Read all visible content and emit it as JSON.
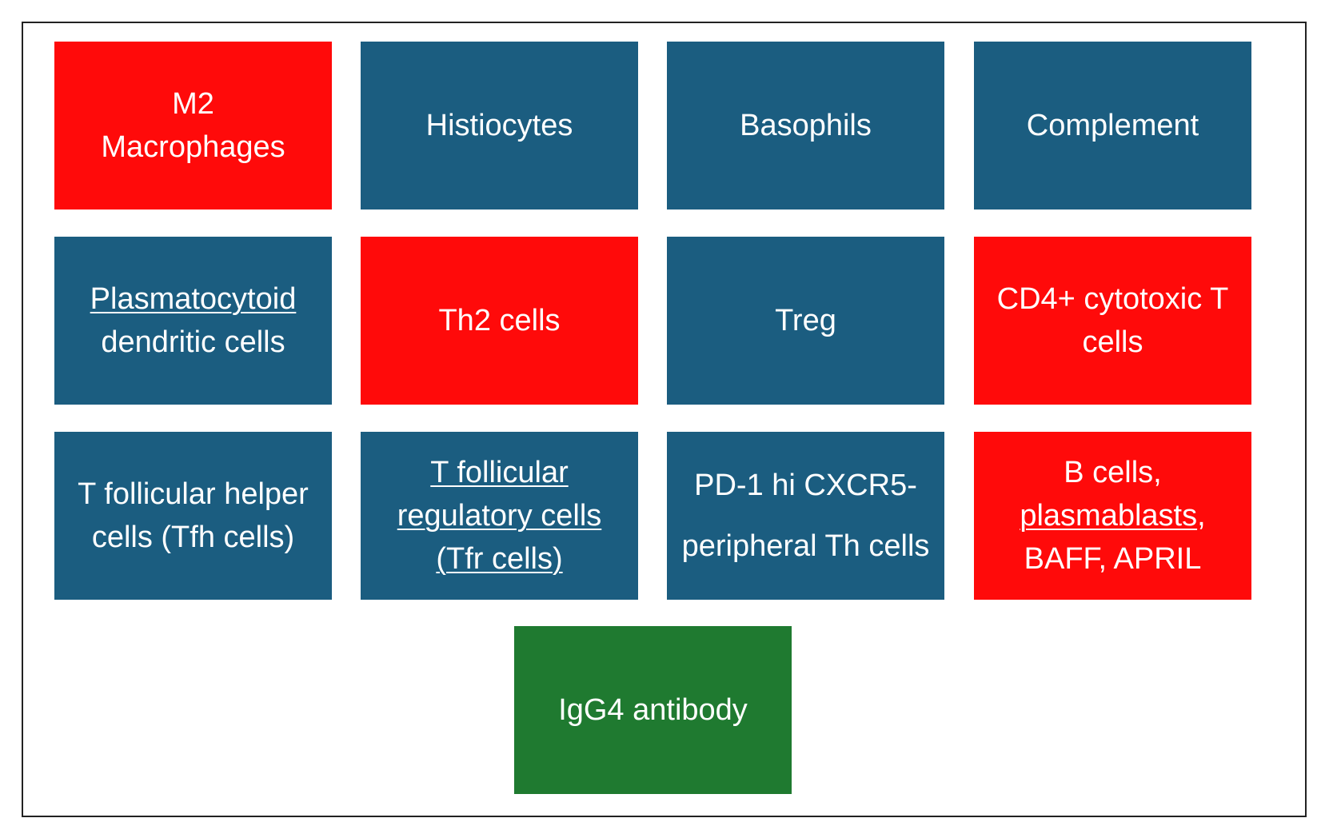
{
  "colors": {
    "blue": "#1b5d80",
    "red": "#ff0a0a",
    "green": "#1f7a30"
  },
  "tiles": [
    {
      "color": "red",
      "lines": [
        "M2",
        "Macrophages"
      ]
    },
    {
      "color": "blue",
      "lines": [
        "Histiocytes"
      ]
    },
    {
      "color": "blue",
      "lines": [
        "Basophils"
      ]
    },
    {
      "color": "blue",
      "lines": [
        "Complement"
      ]
    },
    {
      "color": "blue",
      "lines": [
        "Plasmatocytoid",
        "dendritic cells"
      ]
    },
    {
      "color": "red",
      "lines": [
        "Th2 cells"
      ]
    },
    {
      "color": "blue",
      "lines": [
        "Treg"
      ]
    },
    {
      "color": "red",
      "lines": [
        "CD4+ cytotoxic T",
        "cells"
      ]
    },
    {
      "color": "blue",
      "lines": [
        "T follicular helper",
        "cells (Tfh cells)"
      ]
    },
    {
      "color": "blue",
      "lines": [
        "T follicular",
        "regulatory cells",
        "(Tfr cells)"
      ]
    },
    {
      "color": "blue",
      "lines": [
        "PD-1 hi CXCR5-",
        "peripheral Th cells"
      ]
    },
    {
      "color": "red",
      "lines": [
        "B cells,",
        "plasmablasts",
        ",",
        "BAFF, APRIL"
      ]
    },
    {
      "color": "green",
      "lines": [
        "IgG4 antibody"
      ]
    }
  ]
}
